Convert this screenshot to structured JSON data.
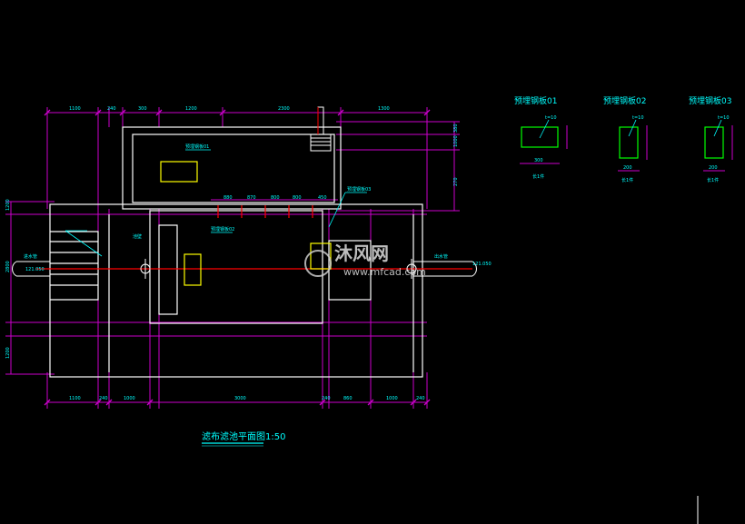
{
  "drawing": {
    "title": "滤布滤池平面图",
    "scale": "1:50",
    "colors": {
      "background": "#000000",
      "outline": "#ffffff",
      "dimension": "#ff00ff",
      "text": "#00ffff",
      "plate": "#00ff00",
      "axis": "#ff0000",
      "label": "#ffff00"
    }
  },
  "plates": [
    {
      "title": "预埋钢板01",
      "thickness": "t=10",
      "size": "300",
      "note": "长1件"
    },
    {
      "title": "预埋钢板02",
      "thickness": "t=10",
      "size": "200",
      "note": "长1件"
    },
    {
      "title": "预埋钢板03",
      "thickness": "t=10",
      "size": "200",
      "note": "长1件"
    }
  ],
  "dims": {
    "top": [
      "1100",
      "240",
      "300",
      "1200",
      "2300",
      "1300"
    ],
    "bottom": [
      "1100",
      "240",
      "1000",
      "3000",
      "240",
      "860",
      "1000",
      "240"
    ],
    "left": [
      "1200",
      "2800",
      "1200"
    ],
    "right": [
      "380",
      "1000",
      "270"
    ],
    "mid": [
      "880",
      "870",
      "800",
      "800",
      "450"
    ]
  },
  "notes": {
    "inlet": "进水管",
    "inlet_level": "121.050",
    "outlet": "出水管",
    "outlet_level": "121.050",
    "label1": "预埋钢板01",
    "label2": "预埋钢板02",
    "label3": "预埋钢板03",
    "wall": "池壁"
  },
  "watermark": {
    "brand": "沐风网",
    "url": "www.mfcad.com"
  }
}
